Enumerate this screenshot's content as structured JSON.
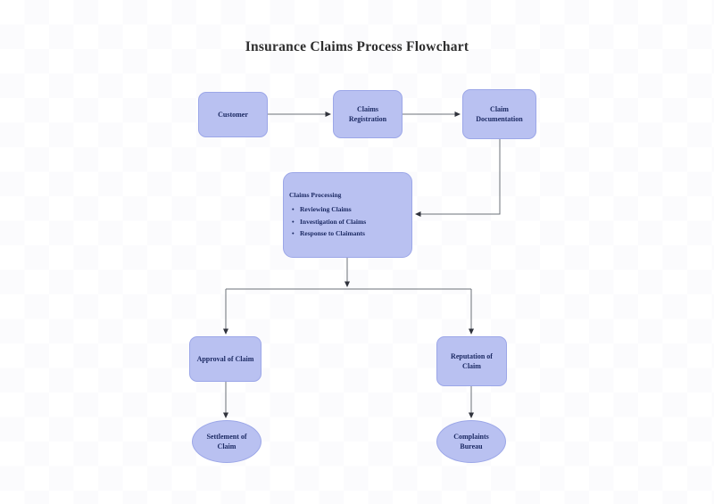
{
  "diagram": {
    "title": "Insurance Claims Process Flowchart",
    "nodes": {
      "customer": {
        "label": "Customer"
      },
      "claims_registration": {
        "label": "Claims Registration"
      },
      "claim_documentation": {
        "label": "Claim Documentation"
      },
      "claims_processing": {
        "title": "Claims Processing",
        "bullet": "•",
        "items": [
          "Reviewing Claims",
          "Investigation of Claims",
          "Response to Claimants"
        ]
      },
      "approval_of_claim": {
        "label": "Approval of Claim"
      },
      "reputation_of_claim": {
        "label": "Reputation of Claim"
      },
      "settlement_of_claim": {
        "label": "Settlement of Claim"
      },
      "complaints_bureau": {
        "label": "Complaints Bureau"
      }
    },
    "colors": {
      "node_fill": "#b9c1f1",
      "node_border": "#9ca7e8",
      "node_text": "#1c2a63",
      "connector": "#6b7078",
      "arrowhead": "#30333c",
      "title_text": "#2e2e2e"
    }
  }
}
